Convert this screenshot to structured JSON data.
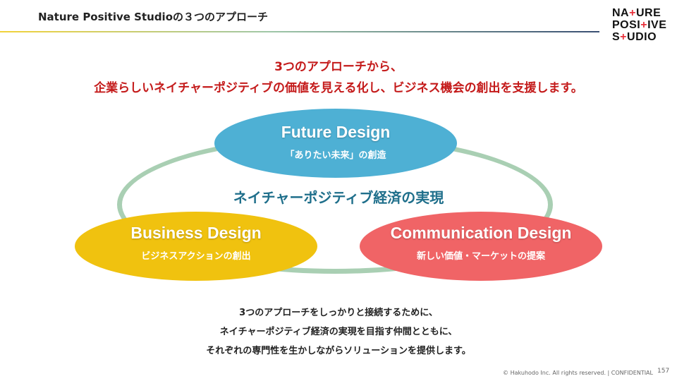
{
  "header": {
    "title": "Nature Positive Studioの３つのアプローチ"
  },
  "logo": {
    "line1_a": "NA",
    "line1_b": "URE",
    "line2_a": "POSI",
    "line2_b": "IVE",
    "line3_a": "S",
    "line3_b": "UDIO",
    "plus_symbol": "+"
  },
  "lead": {
    "line1": "3つのアプローチから、",
    "line2": "企業らしいネイチャーポジティブの価値を見える化し、ビジネス機会の創出を支援します。"
  },
  "diagram": {
    "center_label": "ネイチャーポジティブ経済の実現",
    "nodes": [
      {
        "title": "Future Design",
        "subtitle": "「ありたい未来」の創造"
      },
      {
        "title": "Business Design",
        "subtitle": "ビジネスアクションの創出"
      },
      {
        "title": "Communication Design",
        "subtitle": "新しい価値・マーケットの提案"
      }
    ]
  },
  "bottom": {
    "line1": "3つのアプローチをしっかりと接続するために、",
    "line2": "ネイチャーポジティブ経済の実現を目指す仲間とともに、",
    "line3": "それぞれの専門性を生かしながらソリューションを提供します。"
  },
  "footer": {
    "copyright": "© Hakuhodo Inc. All rights reserved. | CONFIDENTIAL",
    "page": "157"
  },
  "colors": {
    "future": "#4eb0d4",
    "business": "#f0c20f",
    "communication": "#f06466",
    "ring": "#a9cfb3",
    "lead_text": "#c41a1a",
    "accent_plus": "#e8323c"
  }
}
